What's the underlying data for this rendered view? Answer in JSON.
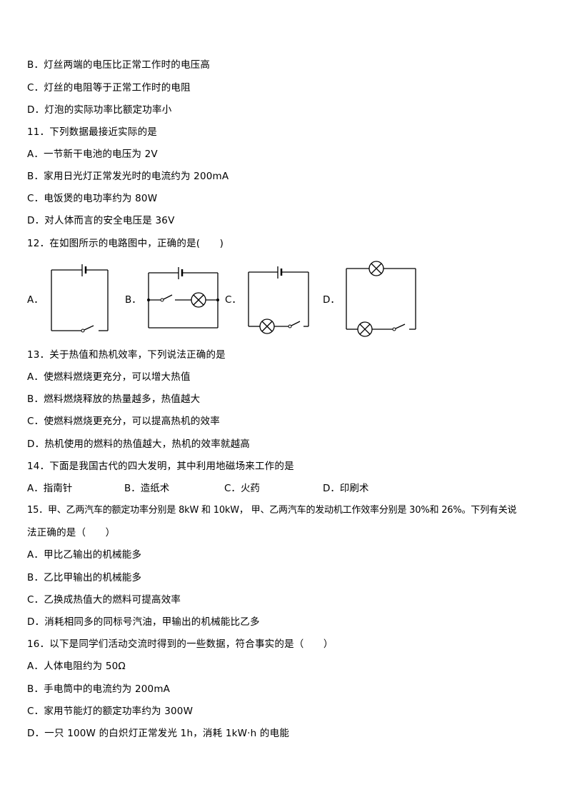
{
  "document": {
    "q10_tail": {
      "options": [
        {
          "letter": "B．",
          "text": "灯丝两端的电压比正常工作时的电压高"
        },
        {
          "letter": "C．",
          "text": "灯丝的电阻等于正常工作时的电阻"
        },
        {
          "letter": "D．",
          "text": "灯泡的实际功率比额定功率小"
        }
      ]
    },
    "q11": {
      "stem": "11．下列数据最接近实际的是",
      "options": [
        {
          "letter": "A．",
          "text": "一节新干电池的电压为 2V"
        },
        {
          "letter": "B．",
          "text": "家用日光灯正常发光时的电流约为 200mA"
        },
        {
          "letter": "C．",
          "text": "电饭煲的电功率约为 80W"
        },
        {
          "letter": "D．",
          "text": "对人体而言的安全电压是 36V"
        }
      ]
    },
    "q12": {
      "stem": "12．在如图所示的电路图中，正确的是(　　)",
      "circuits": [
        {
          "label": "A．",
          "components": [
            "battery",
            "switch"
          ]
        },
        {
          "label": "B．",
          "components": [
            "battery",
            "switch",
            "lamp"
          ],
          "note": "switch and lamp branch shorted by parallel wire"
        },
        {
          "label": "C．",
          "components": [
            "battery",
            "lamp",
            "switch"
          ]
        },
        {
          "label": "D．",
          "components": [
            "lamp",
            "lamp",
            "switch"
          ]
        }
      ]
    },
    "q13": {
      "stem": "13．关于热值和热机效率，下列说法正确的是",
      "options": [
        {
          "letter": "A．",
          "text": "使燃料燃烧更充分，可以增大热值"
        },
        {
          "letter": "B．",
          "text": "燃料燃烧释放的热量越多，热值越大"
        },
        {
          "letter": "C．",
          "text": "使燃料燃烧更充分，可以提高热机的效率"
        },
        {
          "letter": "D．",
          "text": "热机使用的燃料的热值越大，热机的效率就越高"
        }
      ]
    },
    "q14": {
      "stem": "14．下面是我国古代的四大发明，其中利用地磁场来工作的是",
      "options": [
        {
          "letter": "A．",
          "text": "指南针"
        },
        {
          "letter": "B．",
          "text": "造纸术"
        },
        {
          "letter": "C．",
          "text": "火药"
        },
        {
          "letter": "D．",
          "text": "印刷术"
        }
      ]
    },
    "q15": {
      "stem_line1": "15．甲、乙两汽车的额定功率分别是 8kW 和 10kW， 甲、乙两汽车的发动机工作效率分别是 30%和 26%。下列有关说",
      "stem_line2": "法正确的是（　　）",
      "options": [
        {
          "letter": "A．",
          "text": "甲比乙输出的机械能多"
        },
        {
          "letter": "B．",
          "text": "乙比甲输出的机械能多"
        },
        {
          "letter": "C．",
          "text": "乙换成热值大的燃料可提高效率"
        },
        {
          "letter": "D．",
          "text": "消耗相同多的同标号汽油，甲输出的机械能比乙多"
        }
      ]
    },
    "q16": {
      "stem": "16．以下是同学们活动交流时得到的一些数据，符合事实的是（　　）",
      "options": [
        {
          "letter": "A．",
          "text": "人体电阻约为 50Ω"
        },
        {
          "letter": "B．",
          "text": "手电筒中的电流约为 200mA"
        },
        {
          "letter": "C．",
          "text": "家用节能灯的额定功率约为 300W"
        },
        {
          "letter": "D．",
          "text": "一只 100W 的白炽灯正常发光 1h，消耗 1kW·h 的电能"
        }
      ]
    }
  }
}
